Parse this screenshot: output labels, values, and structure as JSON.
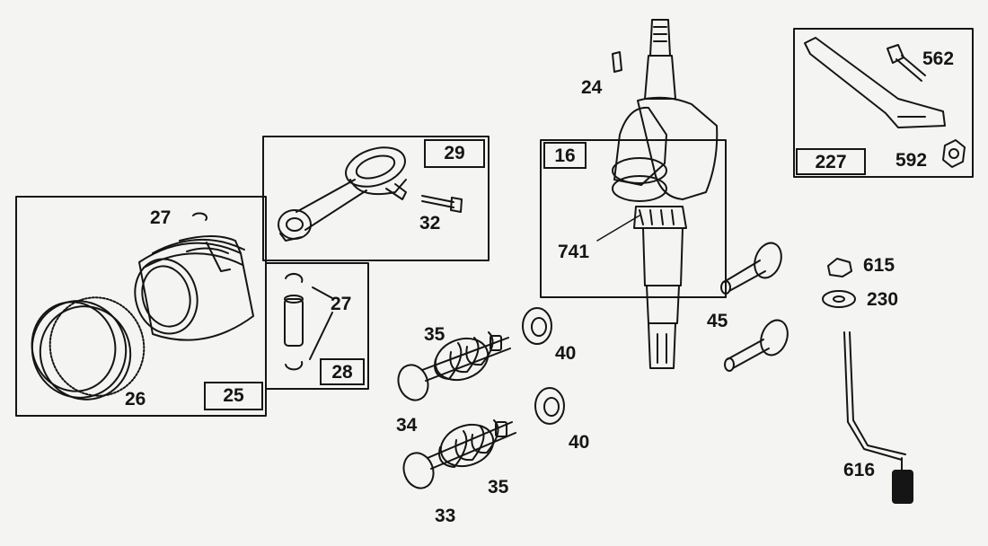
{
  "boxes": {
    "b25": "25",
    "b28": "28",
    "b29": "29",
    "b16": "16",
    "b227": "227"
  },
  "labels": {
    "l24": "24",
    "l27a": "27",
    "l27b": "27",
    "l26": "26",
    "l32": "32",
    "l35a": "35",
    "l35b": "35",
    "l34": "34",
    "l33": "33",
    "l40a": "40",
    "l40b": "40",
    "l45": "45",
    "l741": "741",
    "l562": "562",
    "l592": "592",
    "l615": "615",
    "l230": "230",
    "l616": "616"
  },
  "colors": {
    "ink": "#151515",
    "paper": "#f4f4f2"
  }
}
